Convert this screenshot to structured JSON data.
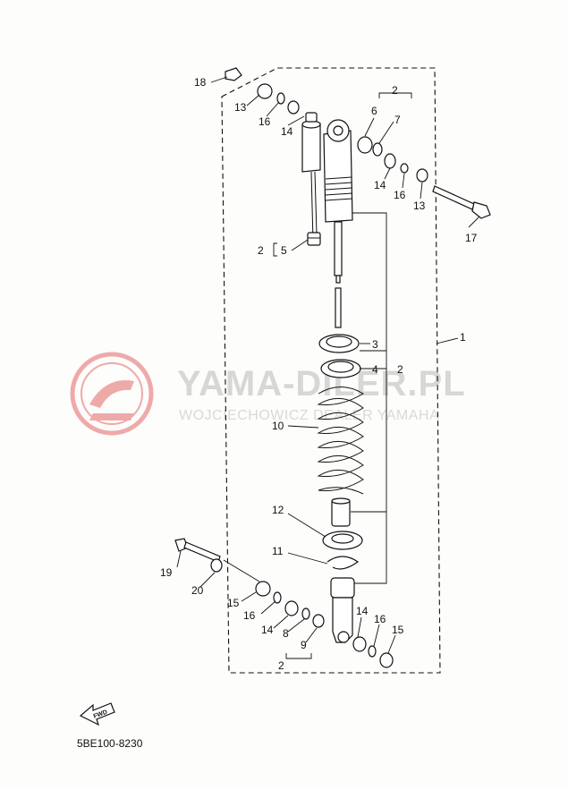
{
  "watermark": {
    "brand": "YAMA-DILER.PL",
    "tagline": "WOJCIECHOWICZ DEALER YAMAHA",
    "logo_color": "#e05a5a"
  },
  "diagram_code": "5BE100-8230",
  "fwd_label": "FWD",
  "callouts": {
    "c1": "1",
    "c2a": "2",
    "c2b": "2",
    "c2c": "2",
    "c2d": "2",
    "c3": "3",
    "c4": "4",
    "c5": "5",
    "c6": "6",
    "c7": "7",
    "c8": "8",
    "c9": "9",
    "c10": "10",
    "c11": "11",
    "c12": "12",
    "c13a": "13",
    "c13b": "13",
    "c14a": "14",
    "c14b": "14",
    "c14c": "14",
    "c14d": "14",
    "c15a": "15",
    "c15b": "15",
    "c16a": "16",
    "c16b": "16",
    "c16c": "16",
    "c16d": "16",
    "c17": "17",
    "c18": "18",
    "c19": "19",
    "c20": "20"
  }
}
